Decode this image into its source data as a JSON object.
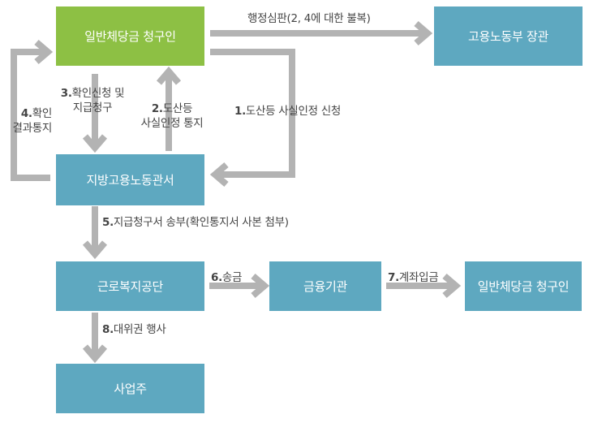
{
  "nodes": {
    "claimant_top": "일반체당금 청구인",
    "ministry": "고용노동부 장관",
    "regional_office": "지방고용노동관서",
    "welfare_corp": "근로복지공단",
    "financial_inst": "금융기관",
    "claimant_bottom": "일반체당금 청구인",
    "employer": "사업주"
  },
  "edges": {
    "appeal": "행정심판(2, 4에 대한 불복)",
    "e1_num": "1.",
    "e1_text": "도산등 사실인정 신청",
    "e2_num": "2.",
    "e2_line1": "도산등",
    "e2_line2": "사실인정 통지",
    "e3_num": "3.",
    "e3_line1": "확인신청 및",
    "e3_line2": "지급청구",
    "e4_num": "4.",
    "e4_line1": "확인",
    "e4_line2": "결과통지",
    "e5_num": "5.",
    "e5_text": "지급청구서 송부(확인통지서 사본 첨부)",
    "e6_num": "6.",
    "e6_text": "송금",
    "e7_num": "7.",
    "e7_text": "계좌입금",
    "e8_num": "8.",
    "e8_text": "대위권 행사"
  },
  "colors": {
    "node": "#5ea8c0",
    "start": "#8dc044",
    "arrow": "#b3b3b3"
  }
}
